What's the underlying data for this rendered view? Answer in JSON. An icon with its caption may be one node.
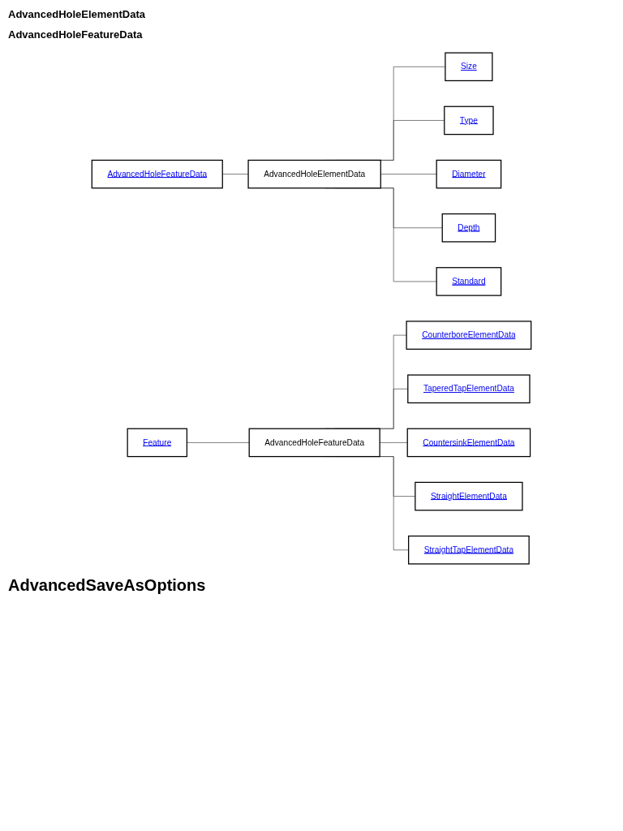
{
  "diagram": {
    "nodes": [
      {
        "text": [
          "AdvancedHoleFeatureData"
        ]
      },
      {
        "text": [
          "AdvancedHoleElementData"
        ]
      },
      {
        "text": [
          "Size"
        ]
      },
      {
        "text": [
          "Type"
        ]
      },
      {
        "text": [
          "Diameter"
        ]
      },
      {
        "text": [
          "Depth"
        ]
      },
      {
        "text": [
          "Standard"
        ]
      },
      {
        "text": [
          "Feature"
        ]
      },
      {
        "text": [
          "AdvancedHoleFeatureData"
        ]
      },
      {
        "text": [
          "CounterboreElementData"
        ]
      },
      {
        "text": [
          "TaperedTapElementData"
        ]
      },
      {
        "text": [
          "CountersinkElementData"
        ]
      },
      {
        "text": [
          "StraightElementData"
        ]
      },
      {
        "text": [
          "StraightTapElementData"
        ]
      }
    ],
    "edges": [
      {
        "from": 0,
        "to": 1,
        "arrow": "none"
      },
      {
        "from": 1,
        "to": 2,
        "arrow": "none"
      },
      {
        "from": 1,
        "to": 3,
        "arrow": "none"
      },
      {
        "from": 1,
        "to": 4,
        "arrow": "none"
      },
      {
        "from": 1,
        "to": 5,
        "arrow": "none"
      },
      {
        "from": 1,
        "to": 6,
        "arrow": "none"
      },
      {
        "from": 7,
        "to": 8,
        "arrow": "none"
      },
      {
        "from": 8,
        "to": 9,
        "arrow": "none"
      },
      {
        "from": 8,
        "to": 10,
        "arrow": "none"
      },
      {
        "from": 8,
        "to": 11,
        "arrow": "none"
      },
      {
        "from": 8,
        "to": 12,
        "arrow": "none"
      },
      {
        "from": 8,
        "to": 13,
        "arrow": "none"
      }
    ],
    "labels": [
      "AdvancedHoleElementData",
      "AdvancedHoleFeatureData",
      "AdvancedSaveAsOptions"
    ]
  }
}
